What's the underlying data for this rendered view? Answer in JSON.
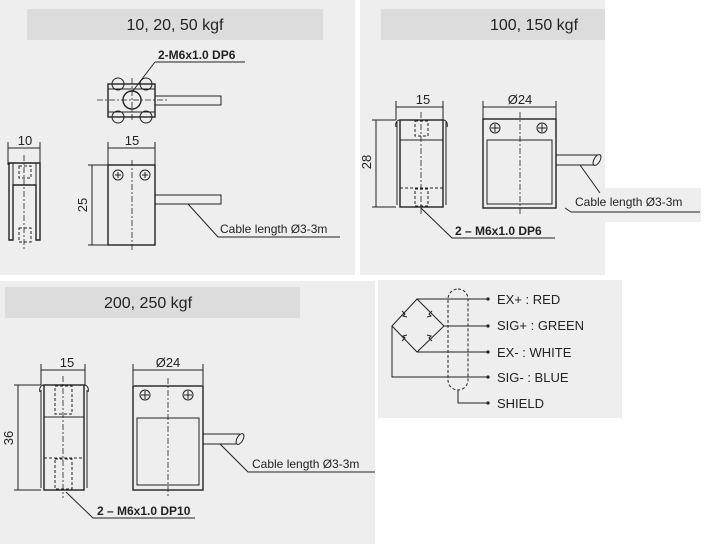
{
  "panels": {
    "small": {
      "title": "10, 20, 50 kgf",
      "thread_label": "2-M6x1.0 DP6",
      "dim_width_side": "10",
      "dim_width_front": "15",
      "dim_height": "25",
      "cable_label": "Cable length Ø3-3m"
    },
    "medium": {
      "title": "100, 150 kgf",
      "dim_width_side": "15",
      "dim_diameter": "Ø24",
      "dim_height": "28",
      "thread_label": "2 – M6x1.0 DP6",
      "cable_label": "Cable length Ø3-3m"
    },
    "large": {
      "title": "200, 250 kgf",
      "dim_width_side": "15",
      "dim_diameter": "Ø24",
      "dim_height": "36",
      "thread_label": "2 – M6x1.0 DP10",
      "cable_label": "Cable length Ø3-3m"
    }
  },
  "wiring": {
    "wires": [
      "EX+ : RED",
      "SIG+ : GREEN",
      "EX- : WHITE",
      "SIG- : BLUE",
      "SHIELD"
    ]
  },
  "colors": {
    "panel_bg": "#eeeeee",
    "header_bg": "#dcdcdc",
    "line": "#222222"
  }
}
